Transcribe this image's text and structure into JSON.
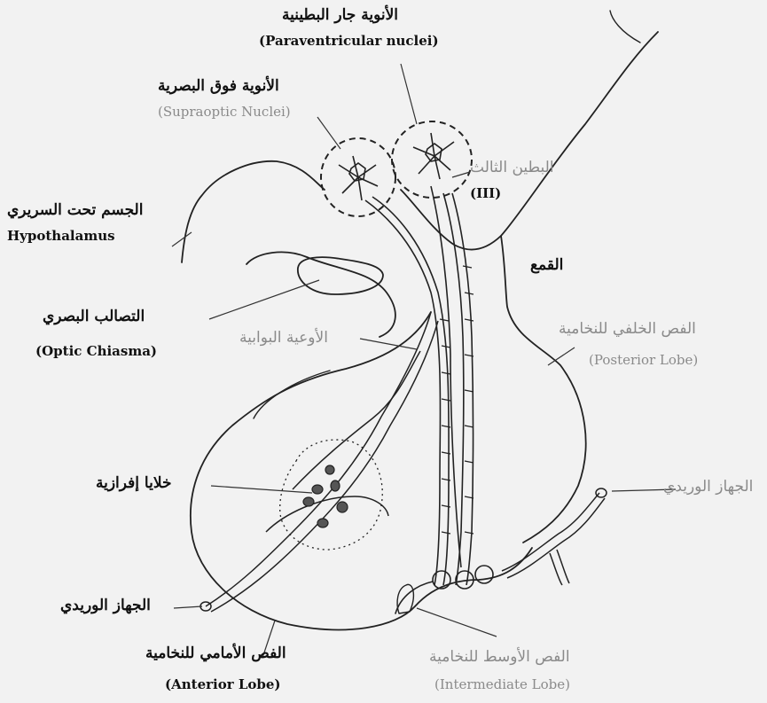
{
  "labels": {
    "paraventricular": {
      "ar": "الأنوية جار البطينية",
      "en": "(Paraventricular nuclei)"
    },
    "supraoptic": {
      "ar": "الأنوية فوق البصرية",
      "en": "(Supraoptic Nuclei)"
    },
    "third_ventricle": {
      "ar": "البطين الثالث",
      "en": "(III)"
    },
    "hypothalamus": {
      "ar": "الجسم تحت السريري",
      "en": "Hypothalamus"
    },
    "infundibulum": {
      "ar": "القمع"
    },
    "optic_chiasma": {
      "ar": "التصالب البصري",
      "en": "(Optic Chiasma)"
    },
    "portal_vessels": {
      "ar": "الأوعية البوابية"
    },
    "posterior_lobe": {
      "ar": "الفص الخلفي للنخامية",
      "en": "(Posterior Lobe)"
    },
    "secretory_cells": {
      "ar": "خلايا إفرازية"
    },
    "venous_right": {
      "ar": "الجهاز الوريدي"
    },
    "venous_left": {
      "ar": "الجهاز الوريدي"
    },
    "anterior_lobe": {
      "ar": "الفص الأمامي للنخامية",
      "en": "(Anterior Lobe)"
    },
    "intermediate_lobe": {
      "ar": "الفص الأوسط للنخامية",
      "en": "(Intermediate Lobe)"
    }
  },
  "colors": {
    "background": "#f2f2f2",
    "ink": "#222222",
    "faded_text": "#8a8a8a"
  }
}
